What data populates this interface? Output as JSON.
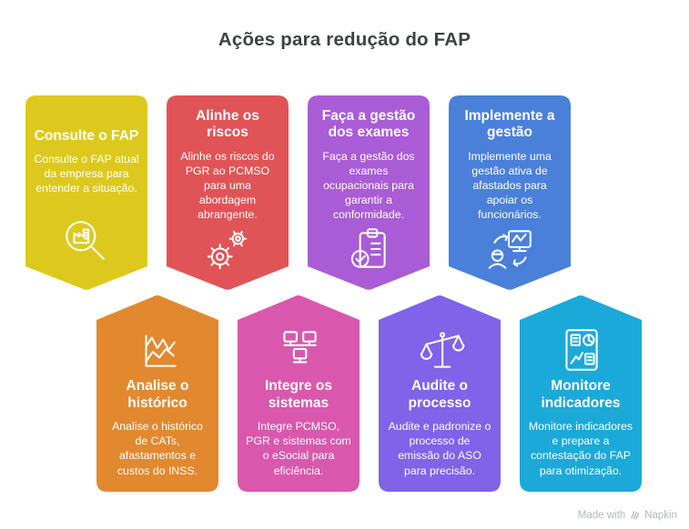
{
  "page": {
    "title": "Ações para redução do FAP",
    "background_color": "#ffffff",
    "title_color": "#3f4245",
    "card_text_color": "#ffffff"
  },
  "watermark": {
    "prefix": "Made with",
    "brand": "Napkin",
    "icon": "napkin-logo-icon",
    "color": "#b3b6bb"
  },
  "cards": [
    {
      "row": "top",
      "color": "#ddc91d",
      "title": "Consulte o FAP",
      "body": "Consulte o FAP atual da empresa para entender a situação.",
      "icon": "magnifier-building-icon"
    },
    {
      "row": "top",
      "color": "#e05457",
      "title": "Alinhe os riscos",
      "body": "Alinhe os riscos do PGR ao PCMSO para uma abordagem abrangente.",
      "icon": "gears-icon"
    },
    {
      "row": "top",
      "color": "#a95cd6",
      "title": "Faça a gestão dos exames",
      "body": "Faça a gestão dos exames ocupacionais para garantir a conformidade.",
      "icon": "clipboard-check-icon"
    },
    {
      "row": "top",
      "color": "#4a80d9",
      "title": "Implemente a gestão",
      "body": "Implemente uma gestão ativa de afastados para apoiar os funcionários.",
      "icon": "person-monitor-sync-icon"
    },
    {
      "row": "bottom",
      "color": "#e2892f",
      "title": "Analise o histórico",
      "body": "Analise o histórico de CATs, afastamentos e custos do INSS.",
      "icon": "line-chart-icon"
    },
    {
      "row": "bottom",
      "color": "#d958ad",
      "title": "Integre os sistemas",
      "body": "Integre PCMSO, PGR e sistemas com o eSocial para eficiência.",
      "icon": "network-computers-icon"
    },
    {
      "row": "bottom",
      "color": "#7f63e8",
      "title": "Audite o processo",
      "body": "Audite e padronize o processo de emissão do ASO para precisão.",
      "icon": "balance-scale-icon"
    },
    {
      "row": "bottom",
      "color": "#1ba9d9",
      "title": "Monitore indicadores",
      "body": "Monitore indicadores e prepare a contestação do FAP para otimização.",
      "icon": "dashboard-icon"
    }
  ]
}
